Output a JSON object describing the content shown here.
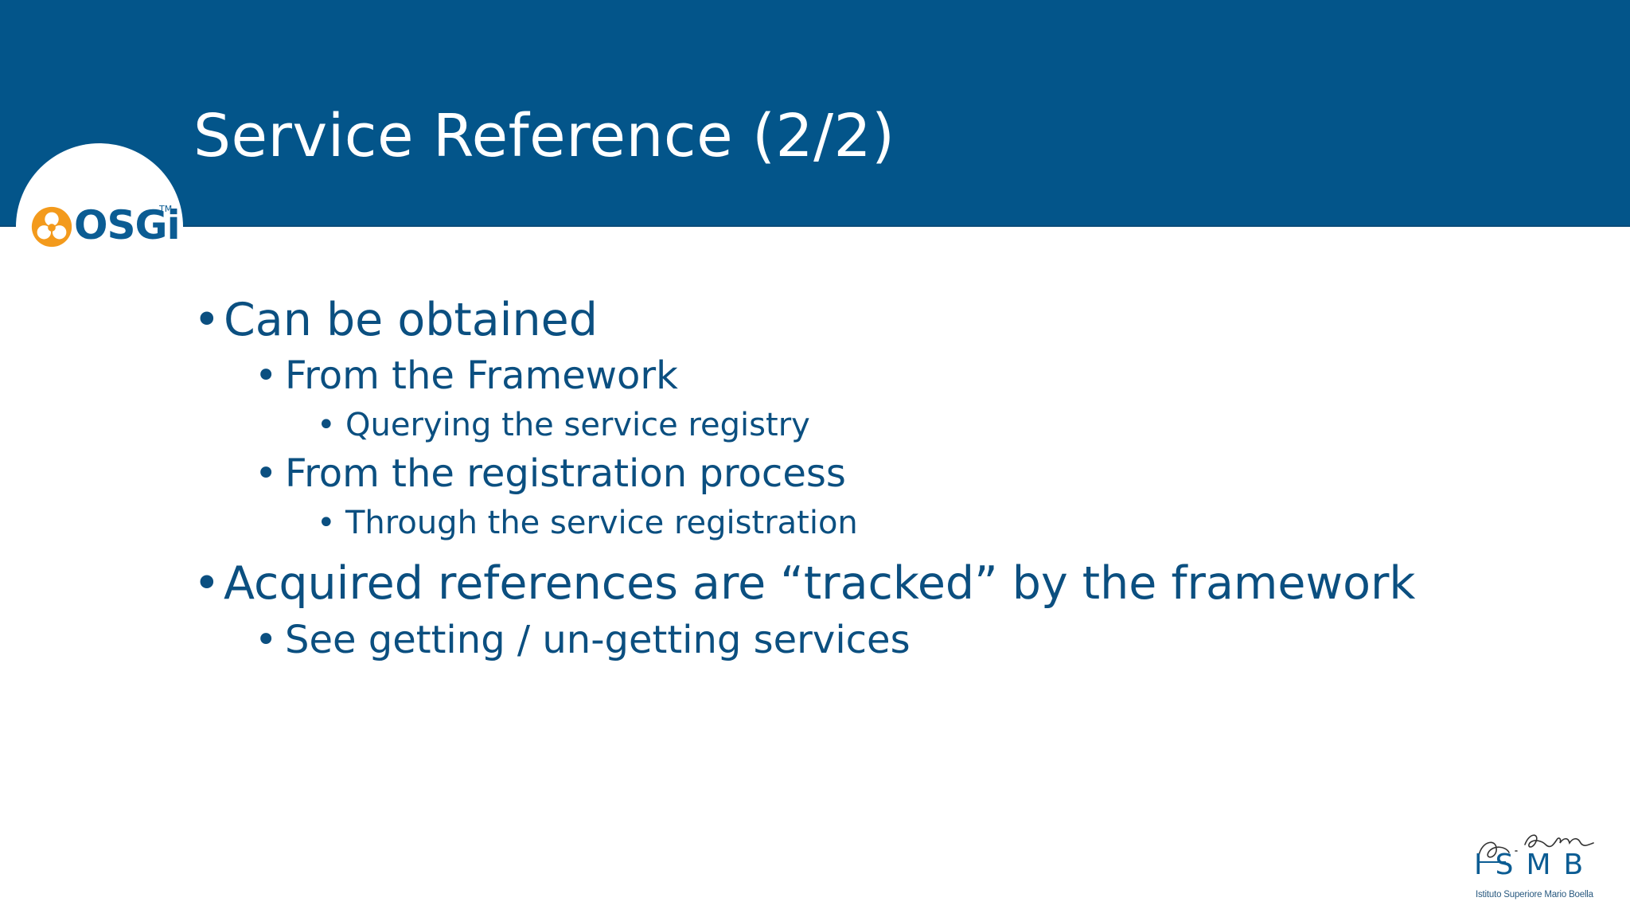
{
  "header": {
    "title": "Service Reference (2/2)",
    "color": "#03558a"
  },
  "logo": {
    "text": "OSGi",
    "tm": "TM",
    "icon": "osgi-logo-mark-icon",
    "color": "#f39a1c"
  },
  "bullets": [
    {
      "level": 1,
      "text": "Can be obtained"
    },
    {
      "level": 2,
      "text": "From the Framework"
    },
    {
      "level": 3,
      "text": "Querying the service registry"
    },
    {
      "level": 2,
      "text": "From the registration process"
    },
    {
      "level": 3,
      "text": "Through the service registration"
    },
    {
      "level": 1,
      "text": "Acquired references are “tracked” by the framework"
    },
    {
      "level": 2,
      "text": "See getting / un-getting services"
    }
  ],
  "footer": {
    "letters": "ISMB",
    "caption": "Istituto Superiore Mario Boella",
    "signature": "M. Boella"
  },
  "text_color": "#0b4f80"
}
